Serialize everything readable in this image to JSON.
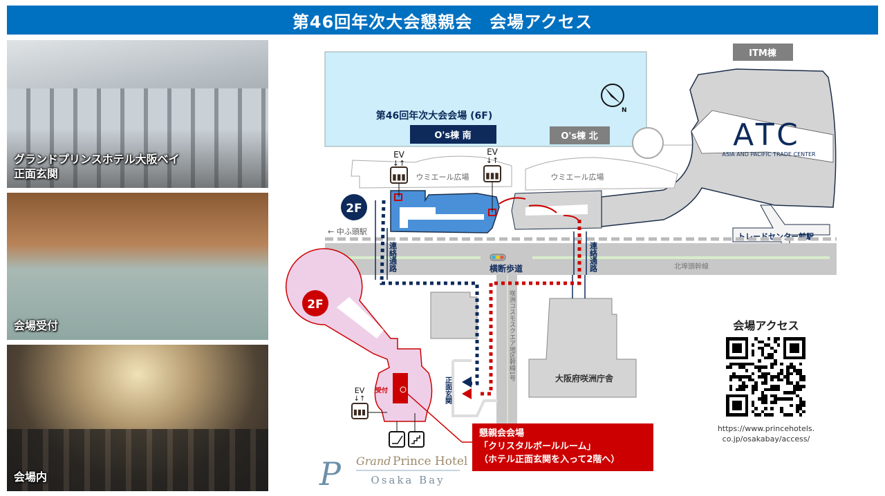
{
  "header": {
    "title": "第46回年次大会懇親会　会場アクセス"
  },
  "photos": [
    {
      "caption_line1": "グランドプリンスホテル大阪ベイ",
      "caption_line2": "正面玄関"
    },
    {
      "caption_line1": "会場受付"
    },
    {
      "caption_line1": "会場内"
    }
  ],
  "map": {
    "main_venue": "第46回年次大会会場 (6F)",
    "os_south": "O's棟 南",
    "os_north": "O's棟 北",
    "itm": "ITM棟",
    "atc_logo": "ATC",
    "atc_subtitle": "ASIA AND PACIFIC TRADE CENTER",
    "ev": "EV",
    "plaza": "ウミエール広場",
    "floor": "2F",
    "west_station": "← 中ふ頭駅",
    "east_station": "トレードセンター前駅",
    "corridor": "連絡通路",
    "crosswalk": "横断歩道",
    "main_road": "北埠頭幹線",
    "side_road": "咲洲コスモスクエア地区幹線1号",
    "gov_building": "大阪府咲洲庁舎",
    "front_entrance": "正面玄関",
    "reception": "受付",
    "compass_n": "N",
    "colors": {
      "navy": "#0d2a5b",
      "red": "#cc0000",
      "blue": "#4a90d9",
      "venue": "#cdeefa",
      "pink": "#efcfe8"
    }
  },
  "callout": {
    "line1": "懇親会会場",
    "line2": "「クリスタルボールルーム」",
    "line3": "（ホテル正面玄関を入って2階へ）"
  },
  "access": {
    "heading": "会場アクセス",
    "url_line1": "https://www.princehotels.",
    "url_line2": "co.jp/osakabay/access/"
  },
  "logo": {
    "grand": "Grand",
    "prince": "Prince Hotel",
    "osaka": "Osaka Bay"
  }
}
